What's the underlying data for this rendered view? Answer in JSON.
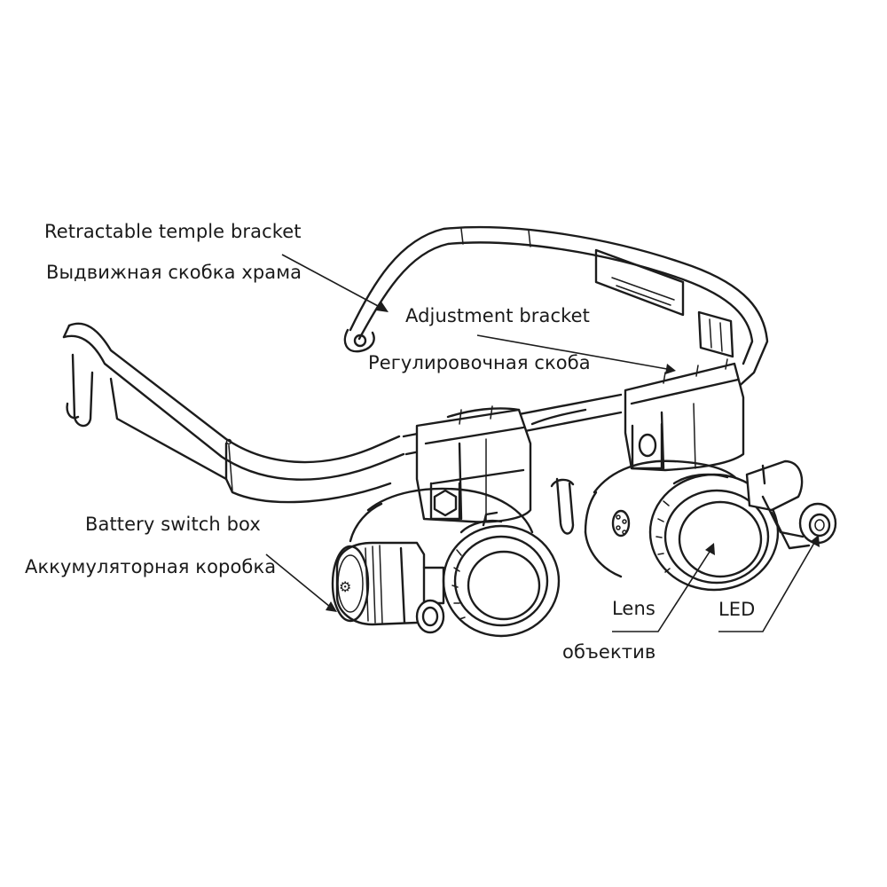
{
  "labels": {
    "temple_en": "Retractable temple bracket",
    "temple_ru": "Выдвижная скобка храма",
    "adjust_en": "Adjustment bracket",
    "adjust_ru": "Регулировочная скоба",
    "battery_en": "Battery switch box",
    "battery_ru": "Аккумуляторная коробка",
    "lens_en": "Lens",
    "lens_ru": "объектив",
    "led_en": "LED"
  },
  "colors": {
    "line": "#1c1c1c",
    "background": "#ffffff"
  }
}
